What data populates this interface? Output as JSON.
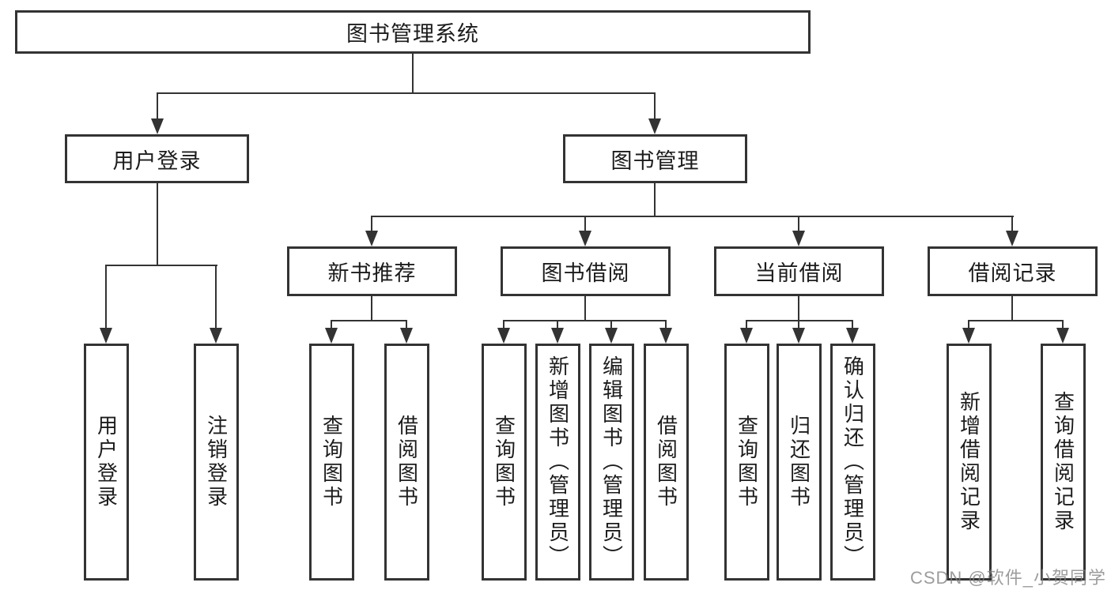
{
  "diagram_title": "图书管理系统",
  "tree": {
    "label": "图书管理系统",
    "children": [
      {
        "label": "用户登录",
        "children": [
          {
            "label": "用户登录"
          },
          {
            "label": "注销登录"
          }
        ]
      },
      {
        "label": "图书管理",
        "children": [
          {
            "label": "新书推荐",
            "children": [
              {
                "label": "查询图书"
              },
              {
                "label": "借阅图书"
              }
            ]
          },
          {
            "label": "图书借阅",
            "children": [
              {
                "label": "查询图书"
              },
              {
                "label": "新增图书（管理员）"
              },
              {
                "label": "编辑图书（管理员）"
              },
              {
                "label": "借阅图书"
              }
            ]
          },
          {
            "label": "当前借阅",
            "children": [
              {
                "label": "查询图书"
              },
              {
                "label": "归还图书"
              },
              {
                "label": "确认归还（管理员）"
              }
            ]
          },
          {
            "label": "借阅记录",
            "children": [
              {
                "label": "新增借阅记录"
              },
              {
                "label": "查询借阅记录"
              }
            ]
          }
        ]
      }
    ]
  },
  "watermark": {
    "text": "CSDN @软件_小贺同学"
  },
  "colors": {
    "line": "#333333",
    "box_border": "#333333",
    "text": "#1c1c1c",
    "watermark": "#808080",
    "background": "#ffffff"
  }
}
